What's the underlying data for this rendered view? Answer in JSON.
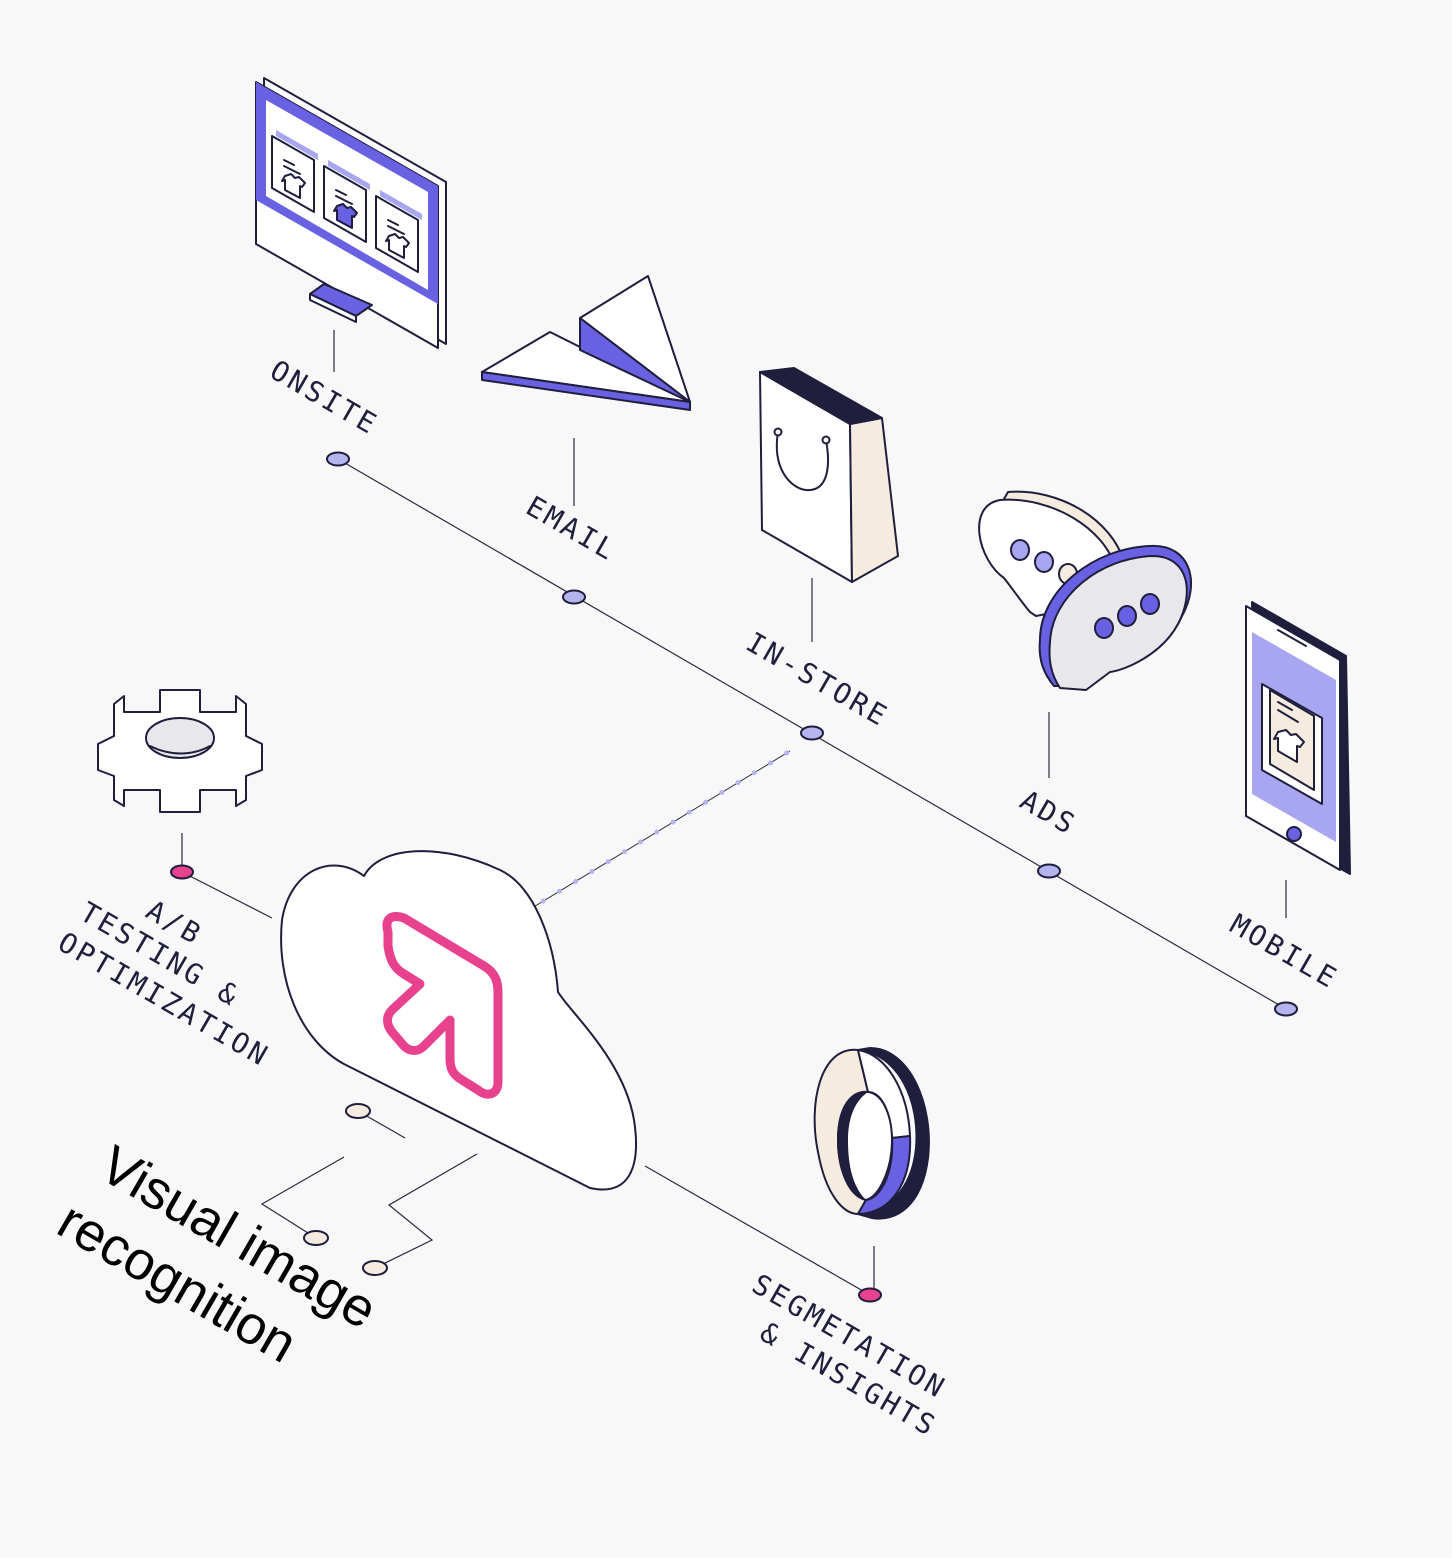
{
  "colors": {
    "background": "#f8f8f8",
    "ink": "#1f1e3d",
    "purple": "#6862e3",
    "lavender": "#a8a6f0",
    "node_lavender": "#b6b4ee",
    "pink": "#e8418e",
    "cream": "#f6ebdf"
  },
  "channels": [
    {
      "id": "onsite",
      "label": "ONSITE",
      "icon": "desktop-monitor-icon"
    },
    {
      "id": "email",
      "label": "EMAIL",
      "icon": "paper-plane-icon"
    },
    {
      "id": "instore",
      "label": "IN-STORE",
      "icon": "shopping-bag-icon"
    },
    {
      "id": "ads",
      "label": "ADS",
      "icon": "chat-bubbles-icon"
    },
    {
      "id": "mobile",
      "label": "MOBILE",
      "icon": "smartphone-icon"
    }
  ],
  "features": {
    "ab_testing": {
      "lines": [
        "A/B",
        "TESTING &",
        "OPTIMIZATION"
      ],
      "icon": "gear-icon"
    },
    "segmentation": {
      "lines": [
        "SEGMETATION",
        "& INSIGHTS"
      ],
      "icon": "donut-chart-icon"
    },
    "visual_recognition": {
      "lines": [
        "Visual image",
        "recognition"
      ]
    }
  },
  "center": {
    "icon": "cloud-logo-icon"
  }
}
